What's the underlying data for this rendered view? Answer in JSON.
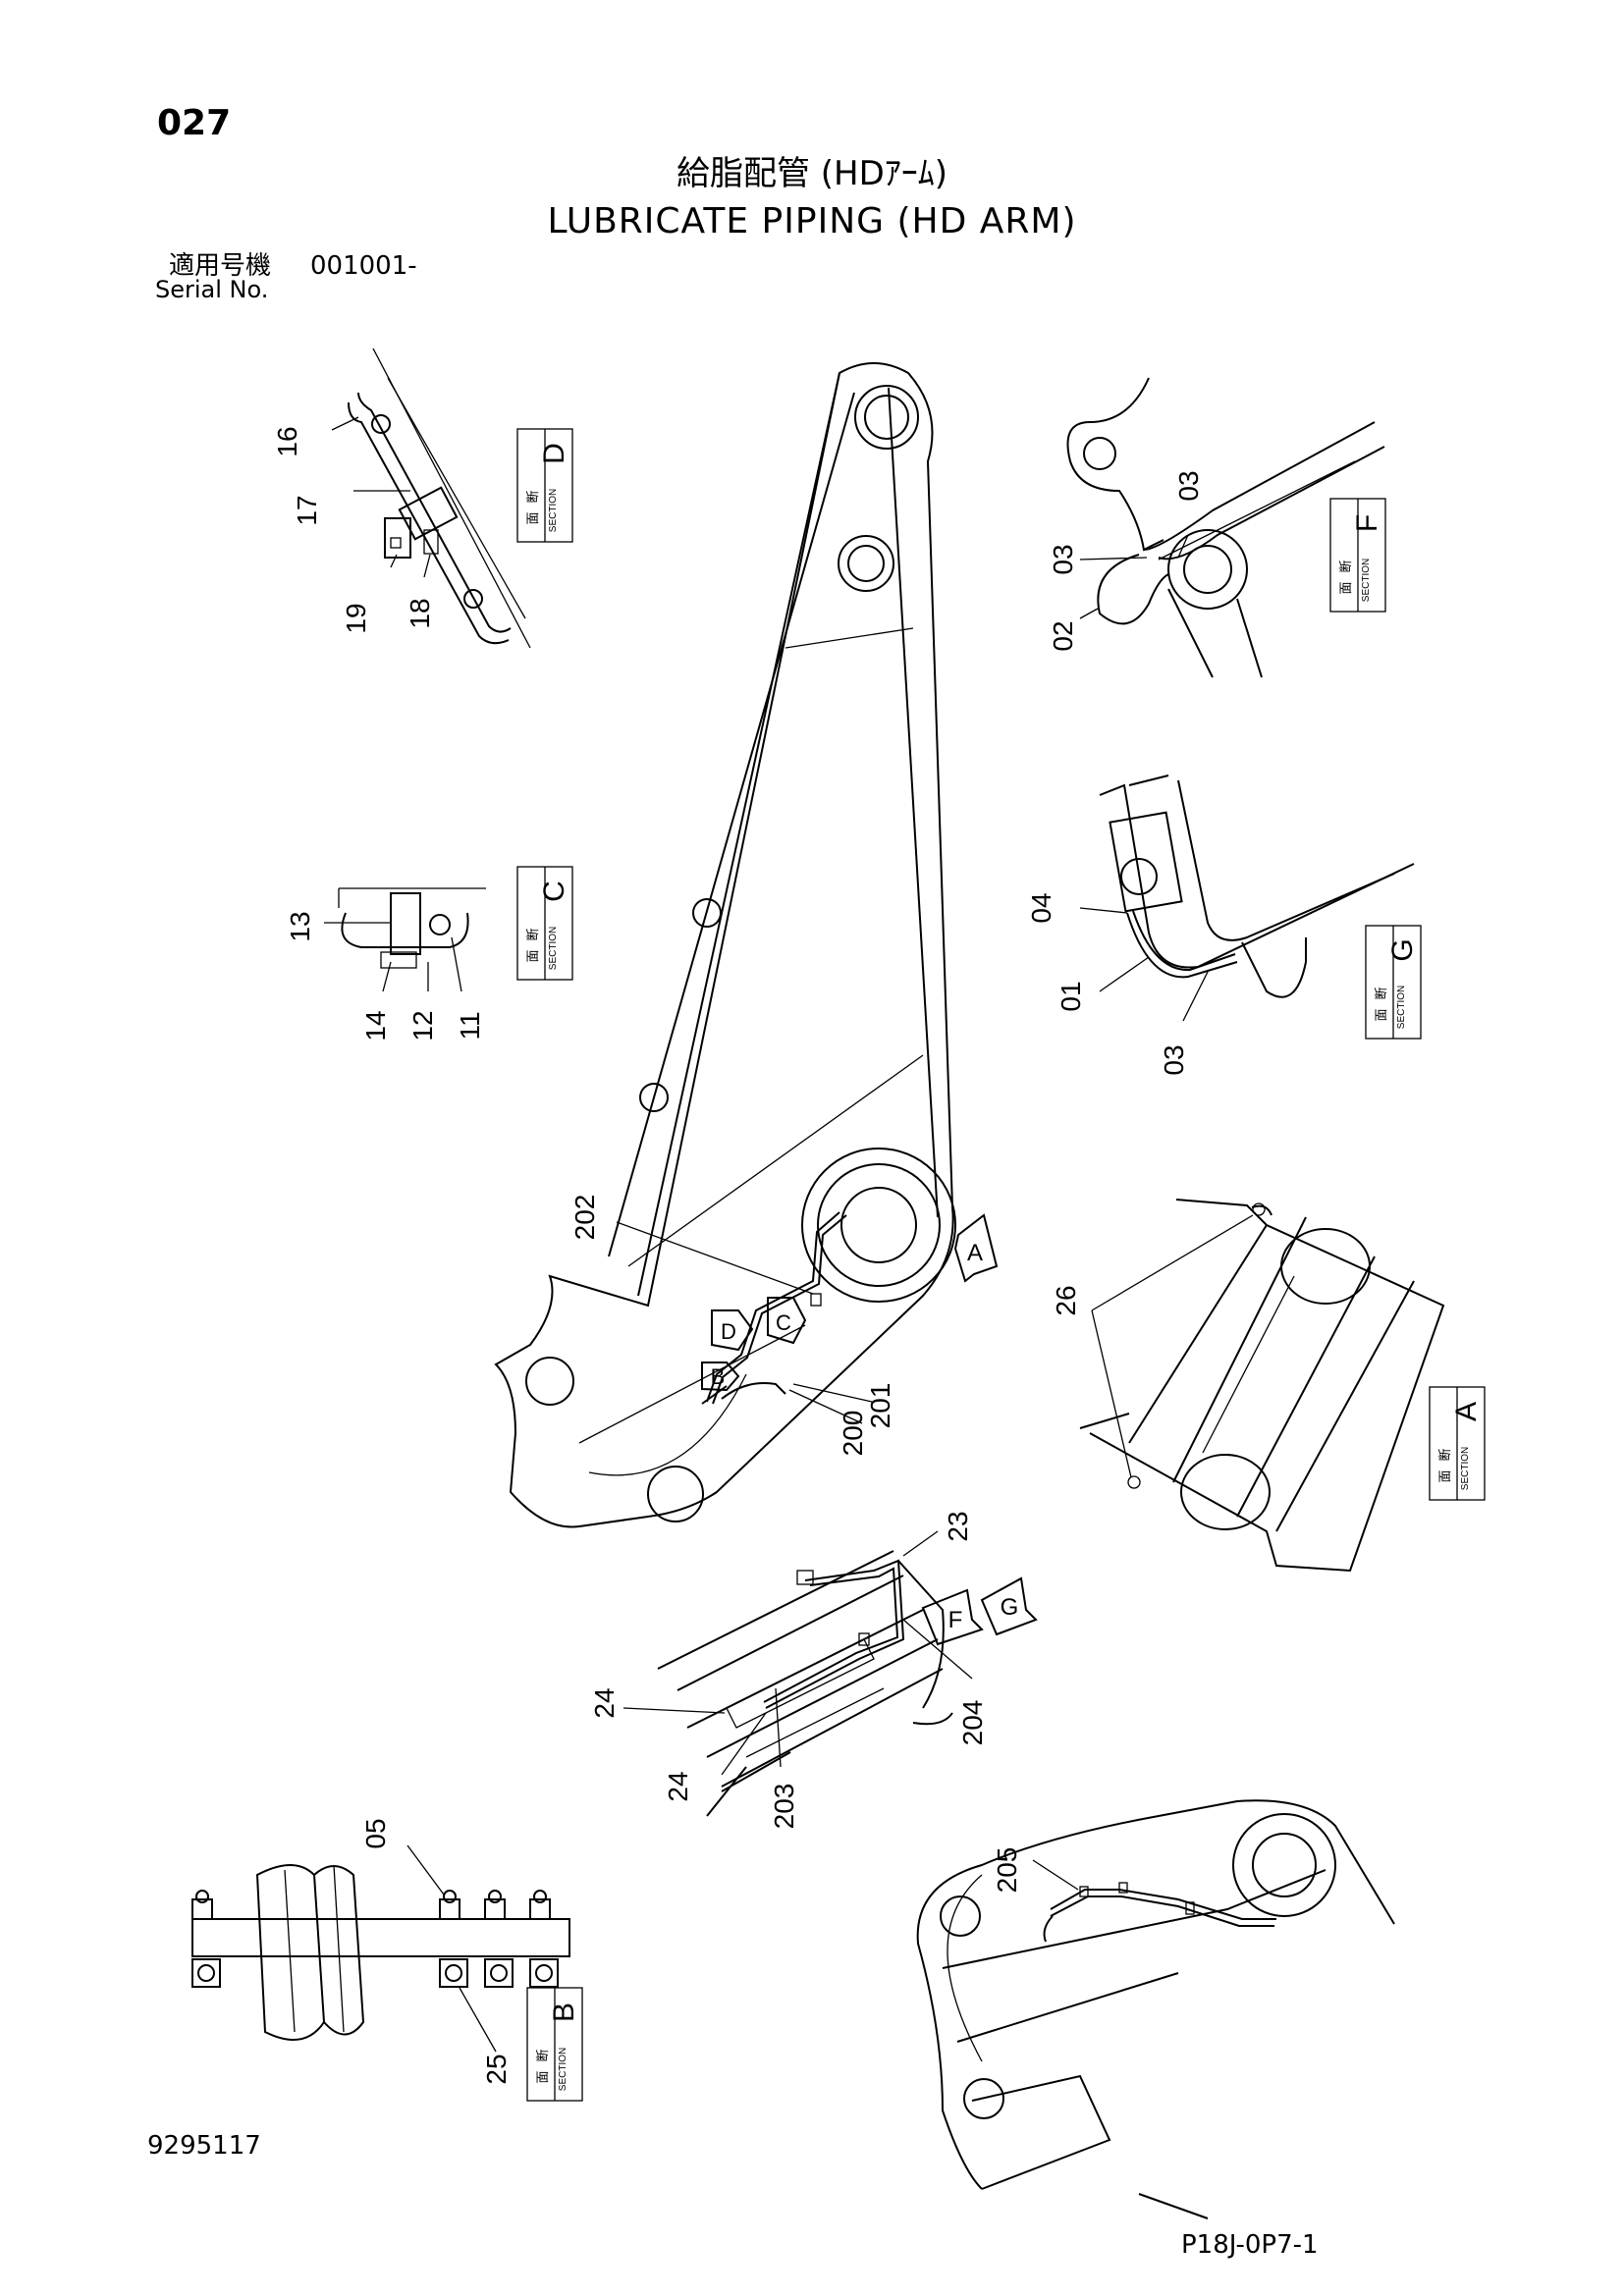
{
  "header": {
    "page_number": "027",
    "title_jp": "給脂配管 (HDｱｰﾑ)",
    "title_en": "LUBRICATE PIPING (HD ARM)",
    "applicable_label": "適用号機",
    "applicable_serial": "001001-",
    "serial_label": "Serial No."
  },
  "footer": {
    "doc_number": "9295117",
    "page_code": "P18J-0P7-1"
  },
  "section_tag": {
    "kanji_1": "断",
    "kanji_2": "面",
    "word": "SECTION"
  },
  "sections": {
    "D": {
      "letter": "D",
      "parts": [
        "16",
        "17",
        "18",
        "19"
      ]
    },
    "C": {
      "letter": "C",
      "parts": [
        "13",
        "14",
        "12",
        "11"
      ]
    },
    "F": {
      "letter": "F",
      "parts": [
        "03",
        "03",
        "02"
      ]
    },
    "G": {
      "letter": "G",
      "parts": [
        "04",
        "01",
        "03"
      ]
    },
    "A": {
      "letter": "A",
      "parts": [
        "26"
      ]
    },
    "B": {
      "letter": "B",
      "parts": [
        "05",
        "25"
      ]
    }
  },
  "main_view": {
    "parts": [
      "202",
      "200",
      "201"
    ],
    "view_arrows": [
      "A",
      "B",
      "C",
      "D"
    ]
  },
  "detail_view": {
    "parts": [
      "23",
      "24",
      "24",
      "203",
      "204"
    ],
    "view_arrows": [
      "F",
      "G"
    ]
  },
  "bracket_view": {
    "parts": [
      "205"
    ]
  }
}
